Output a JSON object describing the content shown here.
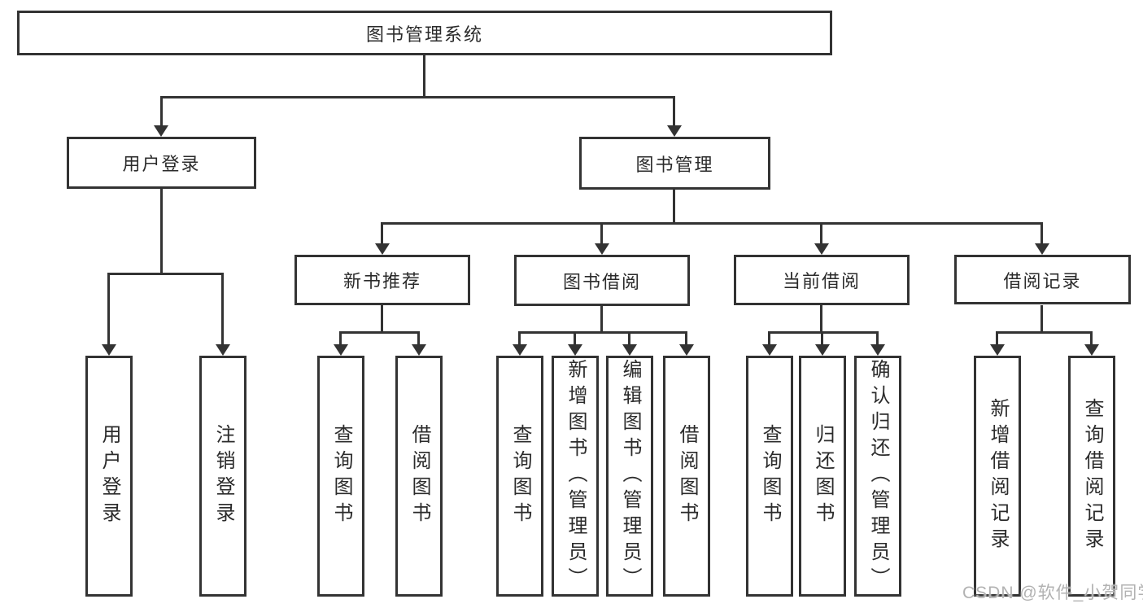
{
  "diagram": {
    "root": {
      "label": "图书管理系统"
    },
    "branches": [
      {
        "label": "用户登录",
        "children": [
          "用户登录",
          "注销登录"
        ]
      },
      {
        "label": "图书管理",
        "modules": [
          {
            "label": "新书推荐",
            "children": [
              "查询图书",
              "借阅图书"
            ]
          },
          {
            "label": "图书借阅",
            "children": [
              "查询图书",
              "新增图书（管理员）",
              "编辑图书（管理员）",
              "借阅图书"
            ]
          },
          {
            "label": "当前借阅",
            "children": [
              "查询图书",
              "归还图书",
              "确认归还（管理员）"
            ]
          },
          {
            "label": "借阅记录",
            "children": [
              "新增借阅记录",
              "查询借阅记录"
            ]
          }
        ]
      }
    ]
  },
  "watermark": {
    "text": "CSDN @软件_小贺同学"
  },
  "colors": {
    "line": "#333333",
    "text": "#2b2b2b",
    "watermark": "#b2b2b2",
    "background": "#ffffff"
  }
}
